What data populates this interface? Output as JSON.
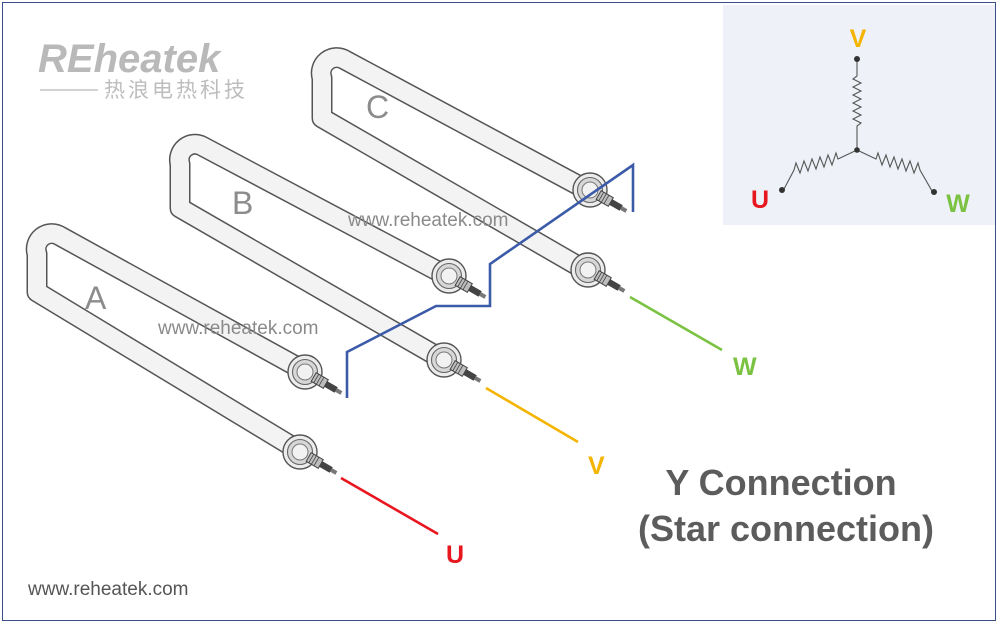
{
  "logo": {
    "main": "REheatek",
    "sub": "热浪电热科技"
  },
  "watermark": {
    "center": "www.reheatek.com",
    "left": "www.reheatek.com",
    "footer": "www.reheatek.com"
  },
  "elements": [
    {
      "label": "A"
    },
    {
      "label": "B"
    },
    {
      "label": "C"
    }
  ],
  "phases": {
    "u": {
      "label": "U",
      "color": "#e8171f"
    },
    "v": {
      "label": "V",
      "color": "#f4b400"
    },
    "w": {
      "label": "W",
      "color": "#7cc242"
    }
  },
  "neutral_color": "#3b5aa8",
  "title": {
    "line1": "Y Connection",
    "line2": "(Star connection)"
  },
  "schematic": {
    "v": "V",
    "u": "U",
    "w": "W",
    "background": "#eef2f8"
  }
}
